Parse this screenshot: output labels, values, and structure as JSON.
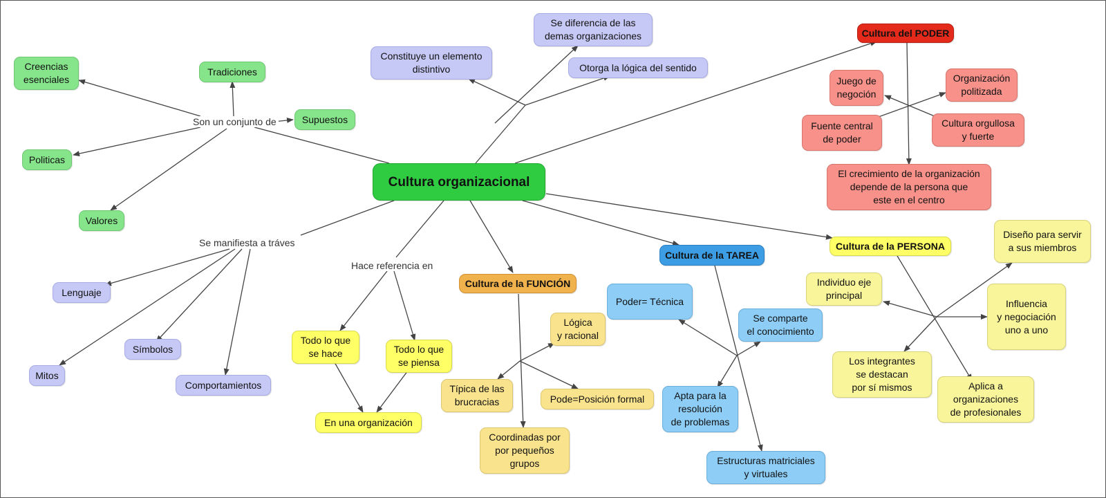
{
  "center": "Cultura organizacional",
  "links": {
    "conjunto": "Son un conjunto de",
    "manifiesta": "Se manifiesta a tráves",
    "referencia": "Hace referencia en"
  },
  "conjunto_items": {
    "creencias": "Creencias\nesenciales",
    "tradiciones": "Tradiciones",
    "supuestos": "Supuestos",
    "politicas": "Politicas",
    "valores": "Valores"
  },
  "manifiesta_items": {
    "lenguaje": "Lenguaje",
    "simbolos": "Símbolos",
    "mitos": "Mitos",
    "comportamientos": "Comportamientos"
  },
  "referencia_items": {
    "hace": "Todo lo que\nse hace",
    "piensa": "Todo lo que\nse piensa",
    "organizacion": "En una organización"
  },
  "top_items": {
    "constituye": "Constituye un elemento\ndistintivo",
    "diferencia": "Se diferencia de las\ndemas organizaciones",
    "otorga": "Otorga la lógica del sentido"
  },
  "poder": {
    "title": "Cultura del PODER",
    "juego": "Juego de\nnegoción",
    "organizacion": "Organización\npolitizada",
    "fuente": "Fuente central\nde poder",
    "orgullosa": "Cultura orgullosa\ny fuerte",
    "crecimiento": "El crecimiento de la organización\ndepende de la persona que\neste en el centro"
  },
  "funcion": {
    "title": "Cultura de la FUNCIÓN",
    "logica": "Lógica\ny racional",
    "tipica": "Típica de las\nbrucracias",
    "pode": "Pode=Posición formal",
    "coordinadas": "Coordinadas por\npor pequeños\ngrupos"
  },
  "tarea": {
    "title": "Cultura de la TAREA",
    "poder_tecnica": "Poder= Técnica",
    "comparte": "Se comparte\nel conocimiento",
    "apta": "Apta para la\nresolución\nde problemas",
    "estructuras": "Estructuras matriciales\ny virtuales"
  },
  "persona": {
    "title": "Cultura de la PERSONA",
    "diseno": "Diseño para servir\na sus miembros",
    "individuo": "Individuo eje\nprincipal",
    "influencia": "Influencia\ny negociación\nuno a uno",
    "integrantes": "Los integrantes\nse destacan\npor sí mismos",
    "aplica": "Aplica a\norganizaciones\nde profesionales"
  },
  "colors": {
    "line": "#444444",
    "center": "#2fcc42",
    "conjunto": "#86e58b",
    "manifiesta": "#c6c9f5",
    "referencia": "#ffff66",
    "poder": "#e42a1b",
    "poder_items": "#f7918a",
    "funcion": "#f0b24c",
    "funcion_items": "#f9e38d",
    "tarea": "#3d9de4",
    "tarea_items": "#8dcdf6",
    "persona": "#ffff66",
    "persona_items": "#f8f59a"
  }
}
